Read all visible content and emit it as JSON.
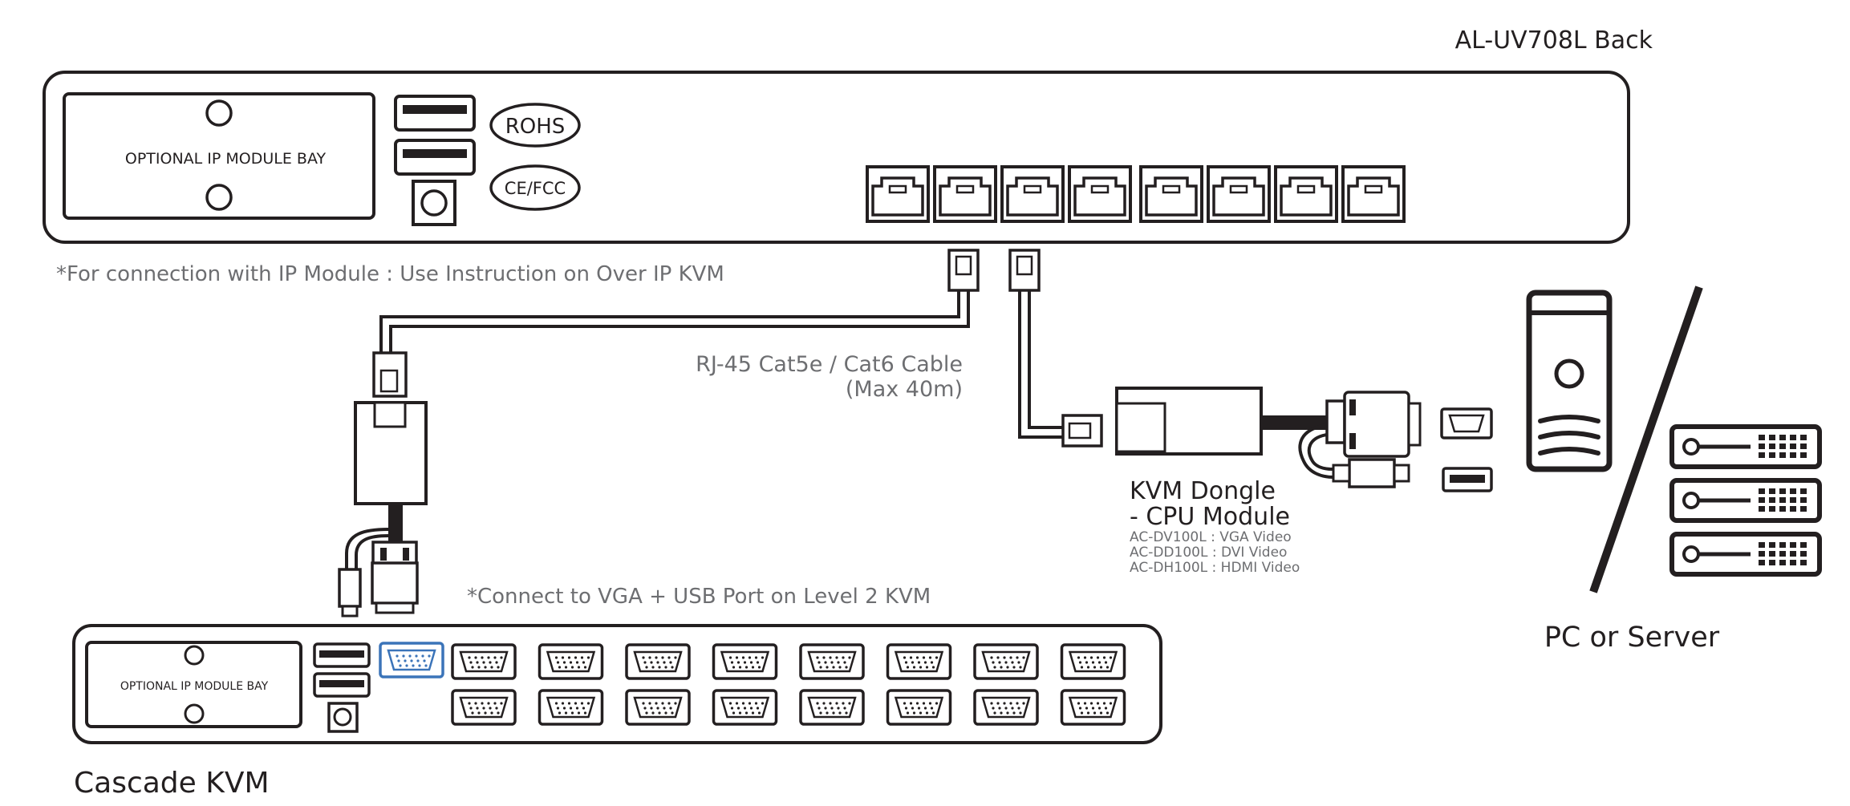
{
  "main_unit": {
    "title": "AL-UV708L Back",
    "ip_module_bay": "OPTIONAL IP MODULE BAY",
    "badge_rohs": "ROHS",
    "badge_cefcc": "CE/FCC",
    "rj45_port_count": 8
  },
  "notes": {
    "ip_module": "*For connection with IP Module : Use Instruction on Over IP KVM",
    "cascade_connect": "*Connect to VGA + USB Port on Level 2 KVM"
  },
  "cable": {
    "line1": "RJ-45 Cat5e / Cat6 Cable",
    "line2": "(Max 40m)"
  },
  "dongle": {
    "title_line1": "KVM Dongle",
    "title_line2": "- CPU Module",
    "models": [
      "AC-DV100L : VGA Video",
      "AC-DD100L : DVI Video",
      "AC-DH100L : HDMI Video"
    ]
  },
  "pc": {
    "label": "PC or Server"
  },
  "cascade_unit": {
    "label": "Cascade KVM",
    "ip_module_bay": "OPTIONAL IP MODULE BAY",
    "vga_ports_per_row": 8,
    "rows": 2
  },
  "colors": {
    "stroke": "#231f20",
    "note_text": "#6d6e71",
    "highlight": "#3b74b9"
  }
}
